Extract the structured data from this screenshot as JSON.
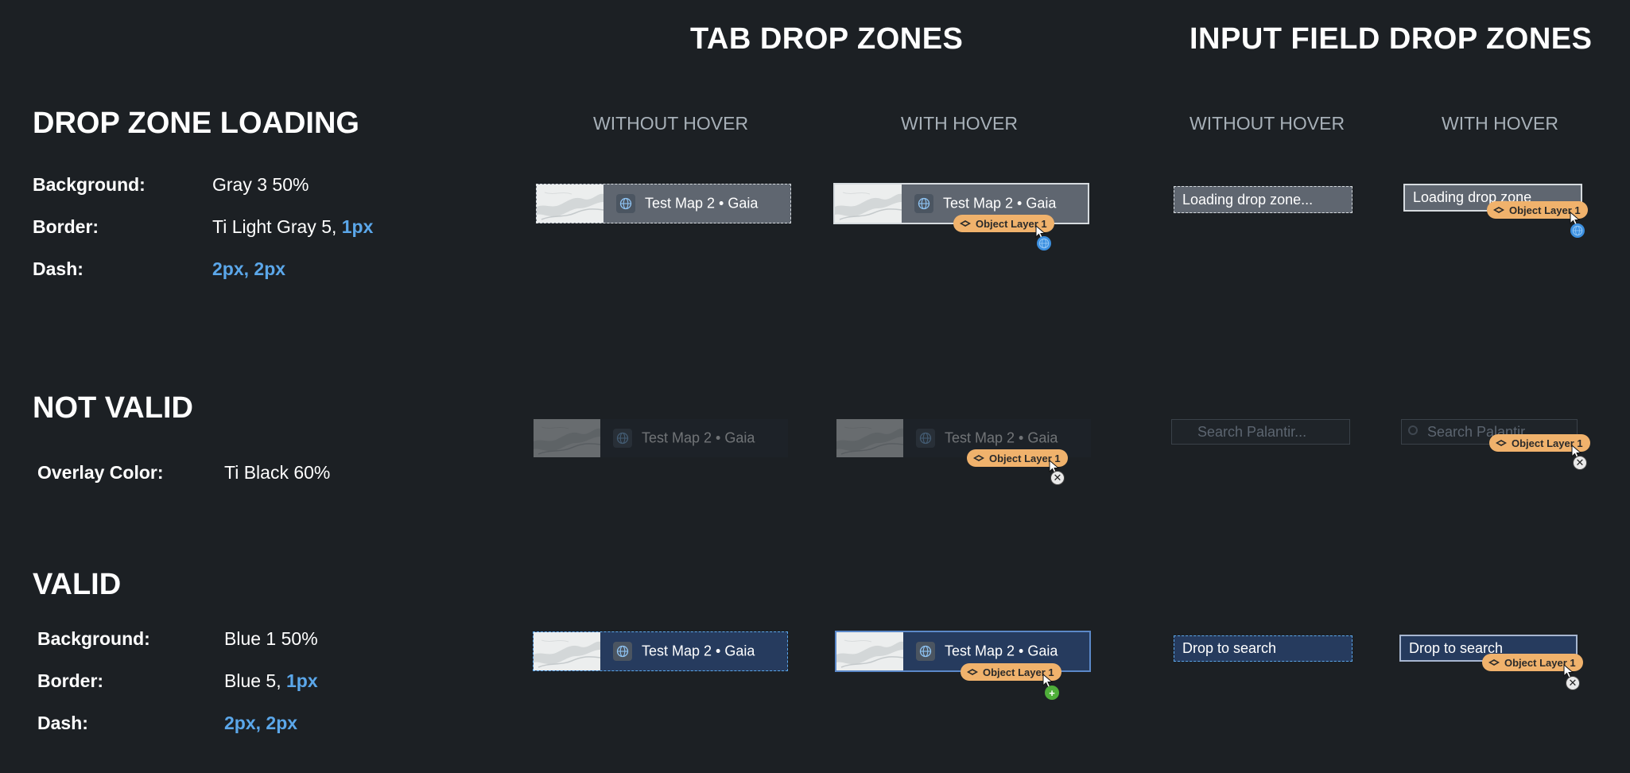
{
  "headers": {
    "tab_drop_zones": "TAB DROP ZONES",
    "input_field_drop_zones": "INPUT FIELD DROP ZONES",
    "without_hover": "WITHOUT HOVER",
    "with_hover": "WITH HOVER"
  },
  "sections": {
    "loading": {
      "title": "DROP ZONE LOADING",
      "background_label": "Background:",
      "background_value": "Gray 3 50%",
      "border_label": "Border:",
      "border_value": "Ti Light Gray 5,",
      "border_width": "1px",
      "dash_label": "Dash:",
      "dash_value": "2px, 2px"
    },
    "not_valid": {
      "title": "NOT VALID",
      "overlay_label": "Overlay Color:",
      "overlay_value": "Ti Black 60%"
    },
    "valid": {
      "title": "VALID",
      "background_label": "Background:",
      "background_value": "Blue 1 50%",
      "border_label": "Border:",
      "border_value": "Blue 5,",
      "border_width": "1px",
      "dash_label": "Dash:",
      "dash_value": "2px, 2px"
    }
  },
  "tab": {
    "label": "Test Map 2 • Gaia"
  },
  "fields": {
    "loading_text": "Loading drop zone...",
    "loading_text_hover": "Loading drop zone",
    "search_placeholder": "Search Palantir...",
    "search_placeholder_hover": "Search Palantir",
    "drop_to_search": "Drop to search"
  },
  "drag_chip": {
    "label": "Object Layer 1"
  },
  "colors": {
    "background": "#1c2024",
    "accent_blue": "#5ba7ea",
    "chip_orange": "#f0b26c",
    "valid_blue": "#263b5e",
    "loading_gray": "#5f6670",
    "success_green": "#4fae3a"
  },
  "icons": {
    "tab_icon": "globe-icon",
    "chip_icon": "layer-diamond-icon",
    "search_icon": "search-icon",
    "invalid_badge": "close-circle-icon",
    "valid_badge": "plus-circle-icon",
    "loading_badge": "globe-icon"
  }
}
